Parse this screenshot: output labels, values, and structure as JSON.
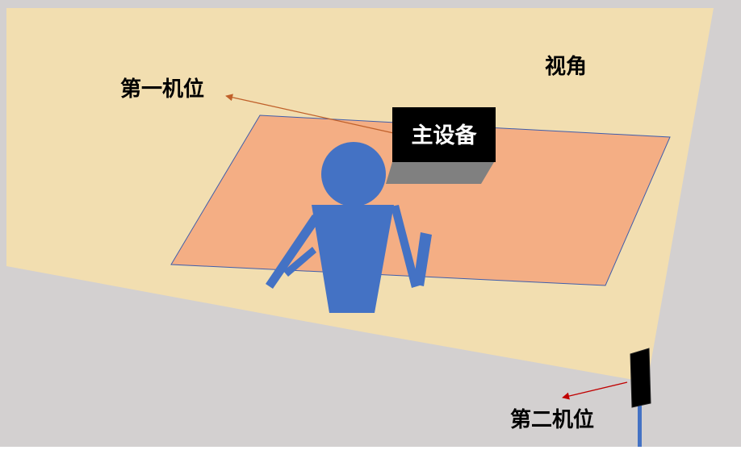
{
  "labels": {
    "camera_1": "第一机位",
    "field_of_view": "视角",
    "main_device": "主设备",
    "camera_2": "第二机位"
  },
  "colors": {
    "background": "#d3d0d0",
    "view_cone": "#f2deb0",
    "table": "#f4ae84",
    "table_stroke": "#3f5dab",
    "person": "#4472c4",
    "device_top": "#000000",
    "device_base": "#808080",
    "arrow_camera1": "#c0602a",
    "arrow_camera2": "#c00000",
    "camera2_body": "#000000",
    "camera2_pole": "#4472c4",
    "text_dark": "#000000",
    "text_light": "#ffffff"
  },
  "icons": {
    "person": "person-figure",
    "main_device": "monitor-device",
    "camera_2": "camera-on-pole"
  }
}
